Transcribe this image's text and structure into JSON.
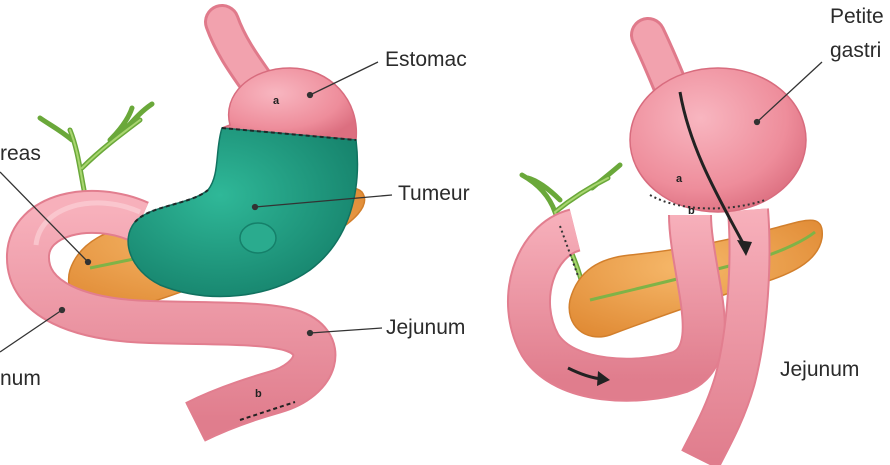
{
  "labels": {
    "estomac": "Estomac",
    "tumeur": "Tumeur",
    "jejunum_left": "Jejunum",
    "pancreas_cut": "reas",
    "jejunum_cut": "num",
    "petite": "Petite",
    "gastric_cut": "gastri",
    "jejunum_right": "Jejunum"
  },
  "markers": {
    "a_left": "a",
    "b_left": "b",
    "a_right": "a",
    "b_right": "b"
  },
  "colors": {
    "stomach": "#ee8d9b",
    "intestine": "#f09aa7",
    "tumor": "#1f9e84",
    "pancreas": "#f0a04a",
    "bile_duct": "#8cc24a",
    "line": "#333333"
  }
}
